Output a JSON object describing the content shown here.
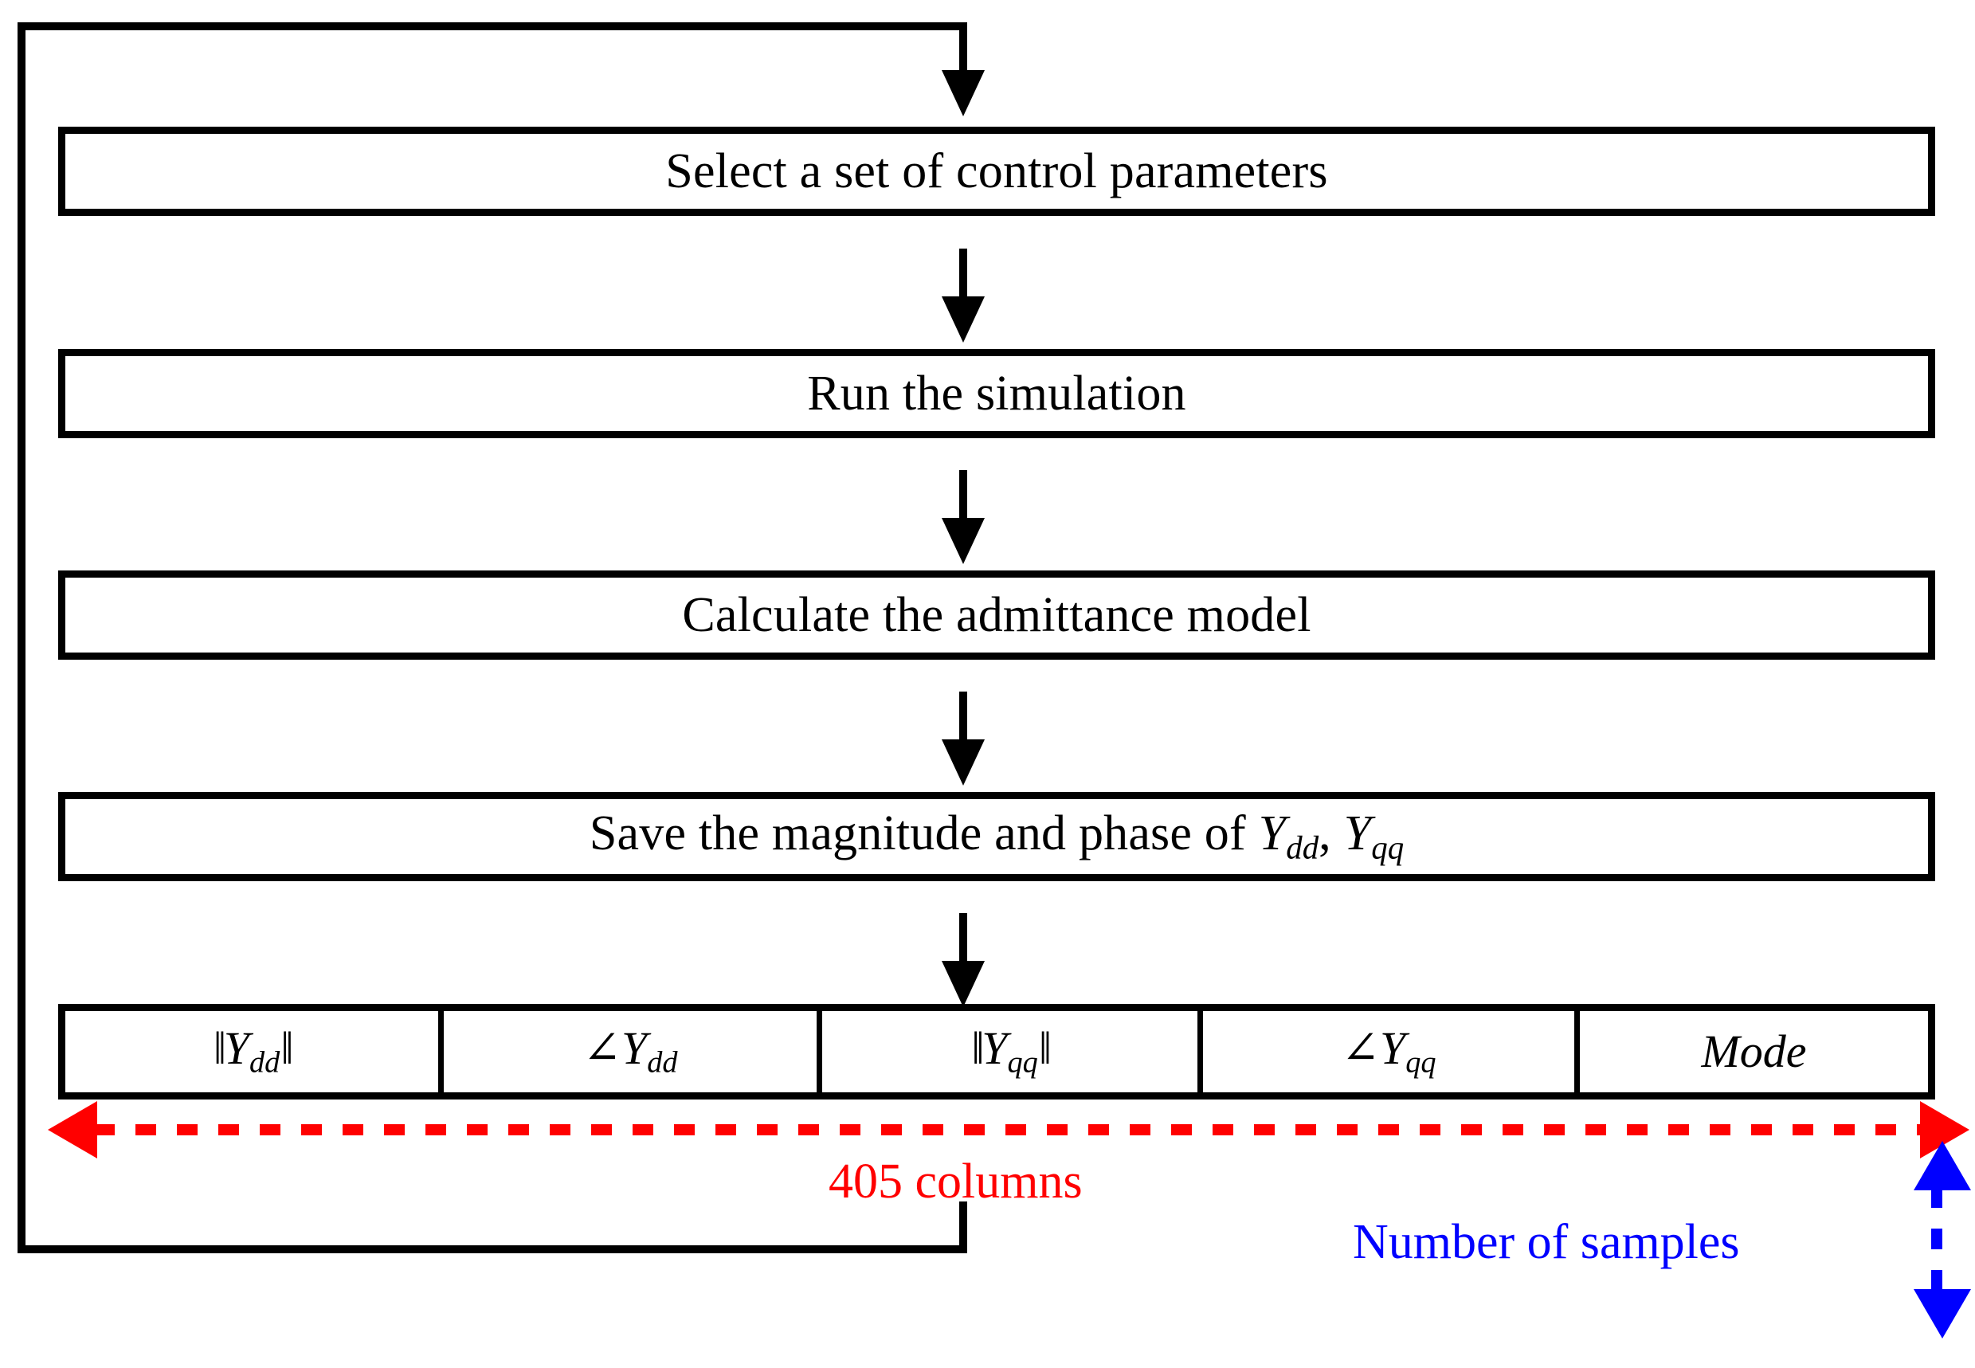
{
  "diagram": {
    "title": "Data generation flowchart for admittance model sampling",
    "colors": {
      "stroke": "#000000",
      "background": "#ffffff",
      "columns_annotation": "#ff0000",
      "samples_annotation": "#0000ff"
    },
    "steps": [
      {
        "id": "select-parameters",
        "label": "Select a set of control parameters"
      },
      {
        "id": "run-simulation",
        "label": "Run the simulation"
      },
      {
        "id": "calculate-model",
        "label": "Calculate the admittance model"
      },
      {
        "id": "save-results",
        "label": "Save the magnitude and phase of",
        "math_tail": [
          {
            "symbol": "Y",
            "subscript": "dd"
          },
          {
            "symbol": "Y",
            "subscript": "qq"
          }
        ],
        "label_plain": "Save the magnitude and phase of Y_dd, Y_qq"
      }
    ],
    "table": {
      "name": "dataset-columns-table",
      "cells": [
        {
          "id": "mag-ydd",
          "kind": "magnitude",
          "symbol": "Y",
          "subscript": "dd",
          "plain": "||Y_dd||"
        },
        {
          "id": "phase-ydd",
          "kind": "phase",
          "symbol": "Y",
          "subscript": "dd",
          "plain": "∠Y_dd"
        },
        {
          "id": "mag-yqq",
          "kind": "magnitude",
          "symbol": "Y",
          "subscript": "qq",
          "plain": "||Y_qq||"
        },
        {
          "id": "phase-yqq",
          "kind": "phase",
          "symbol": "Y",
          "subscript": "qq",
          "plain": "∠Y_qq"
        },
        {
          "id": "mode",
          "kind": "text",
          "plain": "Mode"
        }
      ]
    },
    "annotations": {
      "columns": {
        "text": "405 columns",
        "count": 405,
        "orientation": "horizontal",
        "arrow": "double-headed-dashed"
      },
      "samples": {
        "text": "Number of samples",
        "orientation": "vertical",
        "arrow": "double-headed-dashed"
      }
    },
    "loop": {
      "from": "save-results-table",
      "to": "select-parameters",
      "direction": "feedback-upward"
    }
  }
}
